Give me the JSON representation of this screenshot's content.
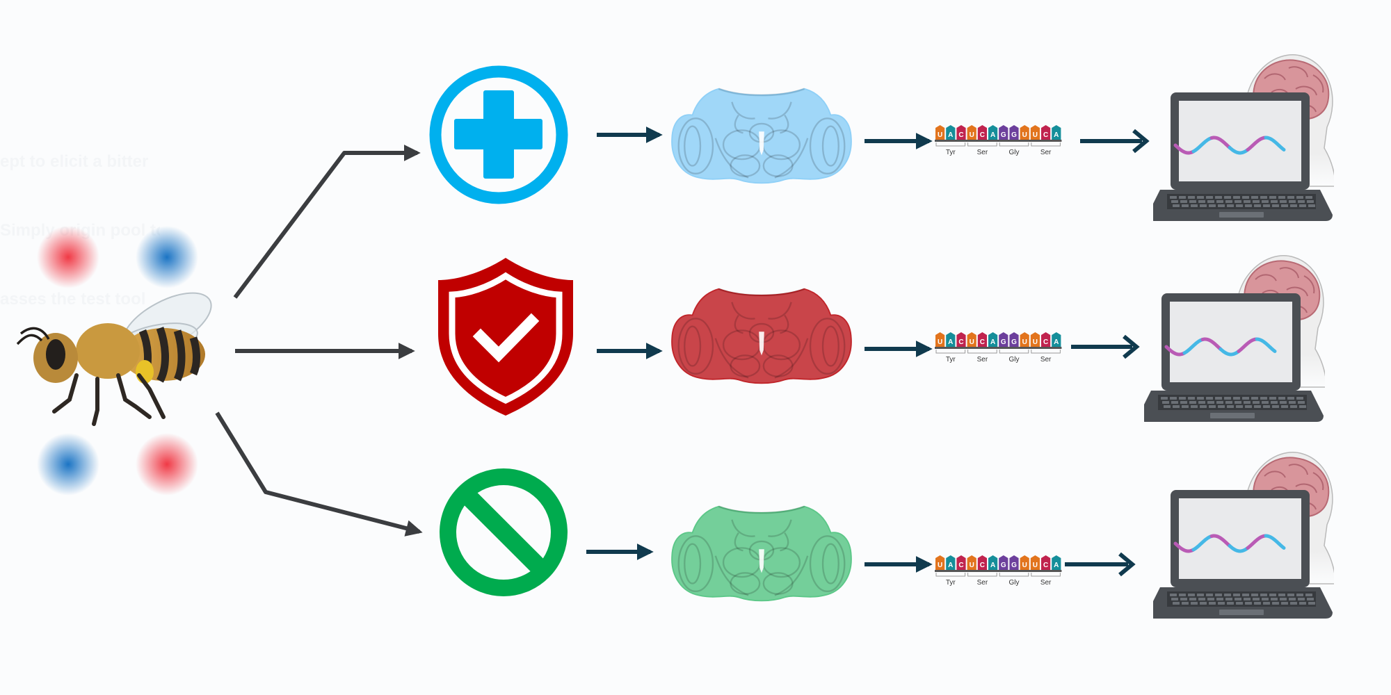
{
  "faded_text": [
    "ept to elicit a bitter",
    "Simply origin pool to",
    "asses the test tool"
  ],
  "mrna": {
    "bases": [
      "U",
      "A",
      "C",
      "U",
      "C",
      "A",
      "G",
      "G",
      "U",
      "U",
      "C",
      "A"
    ],
    "codons": [
      "Tyr",
      "Ser",
      "Gly",
      "Ser"
    ]
  },
  "rows": [
    {
      "id": "positive",
      "icon": "plus-circle-icon",
      "color": "#00b0ee",
      "brain_color": "#8fd0f7"
    },
    {
      "id": "neutral",
      "icon": "shield-check-icon",
      "color": "#c00000",
      "brain_color": "#c0252a"
    },
    {
      "id": "negative",
      "icon": "prohibited-icon",
      "color": "#00ab4e",
      "brain_color": "#5cc788"
    }
  ],
  "colors": {
    "arrow_dark": "#3b3d40",
    "arrow_navy": "#103a4e",
    "stimulus_red": "#f03a46",
    "stimulus_blue": "#1b74c4",
    "wave_blue": "#45b8e6",
    "wave_purple": "#b95bb5"
  }
}
